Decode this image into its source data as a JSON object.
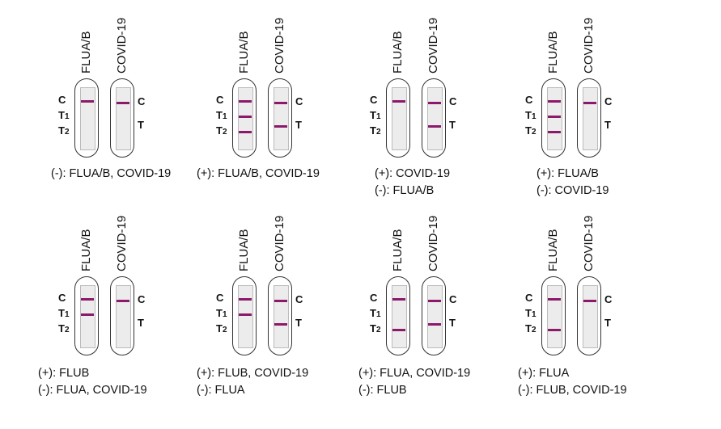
{
  "colors": {
    "line": "#8b1a6b"
  },
  "strip_labels": {
    "flu": "FLUA/B",
    "covid": "COVID-19"
  },
  "marks": {
    "c": "C",
    "t1": "T",
    "t1_sub": "1",
    "t2": "T",
    "t2_sub": "2",
    "t": "T"
  },
  "panels": [
    {
      "flu_lines": [
        "C"
      ],
      "covid_lines": [
        "C"
      ],
      "caption": [
        "(-): FLUA/B, COVID-19"
      ]
    },
    {
      "flu_lines": [
        "C",
        "T1",
        "T2"
      ],
      "covid_lines": [
        "C",
        "T"
      ],
      "caption": [
        "(+): FLUA/B, COVID-19"
      ]
    },
    {
      "flu_lines": [
        "C"
      ],
      "covid_lines": [
        "C",
        "T"
      ],
      "caption": [
        "(+): COVID-19",
        "(-): FLUA/B"
      ]
    },
    {
      "flu_lines": [
        "C",
        "T1",
        "T2"
      ],
      "covid_lines": [
        "C"
      ],
      "caption": [
        "(+): FLUA/B",
        "(-): COVID-19"
      ]
    },
    {
      "flu_lines": [
        "C",
        "T1"
      ],
      "covid_lines": [
        "C"
      ],
      "caption": [
        "(+): FLUB",
        "(-): FLUA, COVID-19"
      ]
    },
    {
      "flu_lines": [
        "C",
        "T1"
      ],
      "covid_lines": [
        "C",
        "T"
      ],
      "caption": [
        "(+): FLUB, COVID-19",
        "(-): FLUA"
      ]
    },
    {
      "flu_lines": [
        "C",
        "T2"
      ],
      "covid_lines": [
        "C",
        "T"
      ],
      "caption": [
        "(+): FLUA, COVID-19",
        "(-): FLUB"
      ]
    },
    {
      "flu_lines": [
        "C",
        "T2"
      ],
      "covid_lines": [
        "C"
      ],
      "caption": [
        "(+): FLUA",
        "(-): FLUB, COVID-19"
      ]
    }
  ]
}
